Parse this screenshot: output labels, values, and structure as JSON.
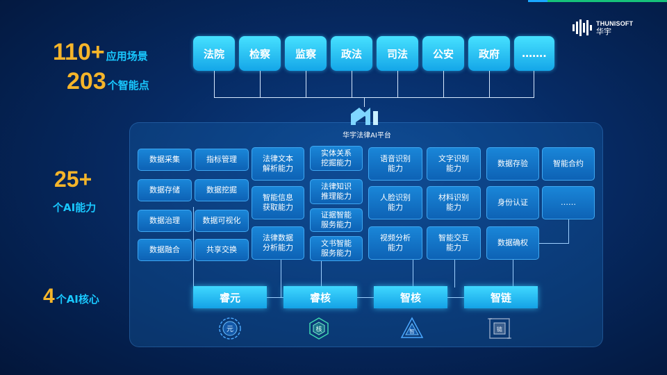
{
  "brand": {
    "en": "THUNISOFT",
    "cn": "华宇"
  },
  "stats": {
    "scenes": {
      "num": "110+",
      "label": "应用场景"
    },
    "points": {
      "num": "203",
      "label": "个智能点"
    },
    "abilities": {
      "num": "25+",
      "label": "个AI能力"
    },
    "cores": {
      "num": "4",
      "label": "个AI核心"
    }
  },
  "applications": [
    "法院",
    "检察",
    "监察",
    "政法",
    "司法",
    "公安",
    "政府",
    "……."
  ],
  "platform": {
    "label": "华宇法律AI平台"
  },
  "capabilities": {
    "data": [
      "数据采集",
      "指标管理",
      "数据存储",
      "数据挖掘",
      "数据治理",
      "数据可视化",
      "数据融合",
      "共享交换"
    ],
    "nlp_left": [
      "法律文本\n解析能力",
      "智能信息\n获取能力",
      "法律数据\n分析能力"
    ],
    "nlp_right": [
      "实体关系\n挖掘能力",
      "法律知识\n推理能力",
      "证据智能\n服务能力",
      "文书智能\n服务能力"
    ],
    "vision_left": [
      "语音识别\n能力",
      "人脸识别\n能力",
      "视频分析\n能力"
    ],
    "vision_right": [
      "文字识别\n能力",
      "材料识别\n能力",
      "智能交互\n能力"
    ],
    "chain_left": [
      "数据存验",
      "身份认证",
      "数据确权"
    ],
    "chain_right": [
      "智能合约",
      "……"
    ]
  },
  "cores": [
    {
      "name": "睿元",
      "icon": "元"
    },
    {
      "name": "睿核",
      "icon": "核"
    },
    {
      "name": "智核",
      "icon": "智"
    },
    {
      "name": "智链",
      "icon": "链"
    }
  ]
}
